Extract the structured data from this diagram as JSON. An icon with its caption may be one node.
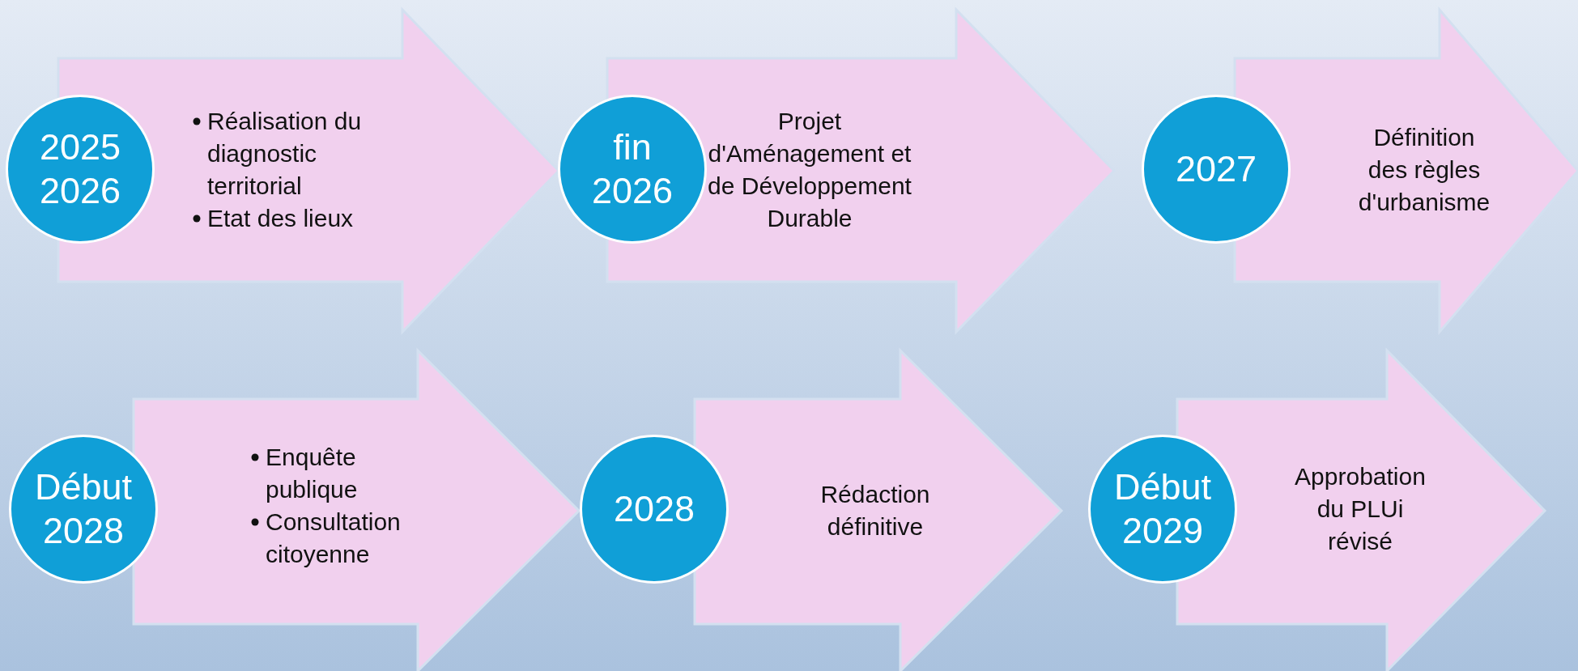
{
  "diagram": {
    "nodes": [
      {
        "text": [
          "2025 2026"
        ]
      },
      {
        "text": [
          "Réalisation du diagnostic territorial",
          "Etat des lieux"
        ]
      },
      {
        "text": [
          "fin 2026"
        ]
      },
      {
        "text": [
          "Projet d'Aménagement et de Développement Durable"
        ]
      },
      {
        "text": [
          "2027"
        ]
      },
      {
        "text": [
          "Définition des règles d'urbanisme"
        ]
      },
      {
        "text": [
          "Début 2028"
        ]
      },
      {
        "text": [
          "Enquête publique",
          "Consultation citoyenne"
        ]
      },
      {
        "text": [
          "2028"
        ]
      },
      {
        "text": [
          "Rédaction définitive"
        ]
      },
      {
        "text": [
          "Début 2029"
        ]
      },
      {
        "text": [
          "Approbation du PLUi révisé"
        ]
      }
    ]
  }
}
